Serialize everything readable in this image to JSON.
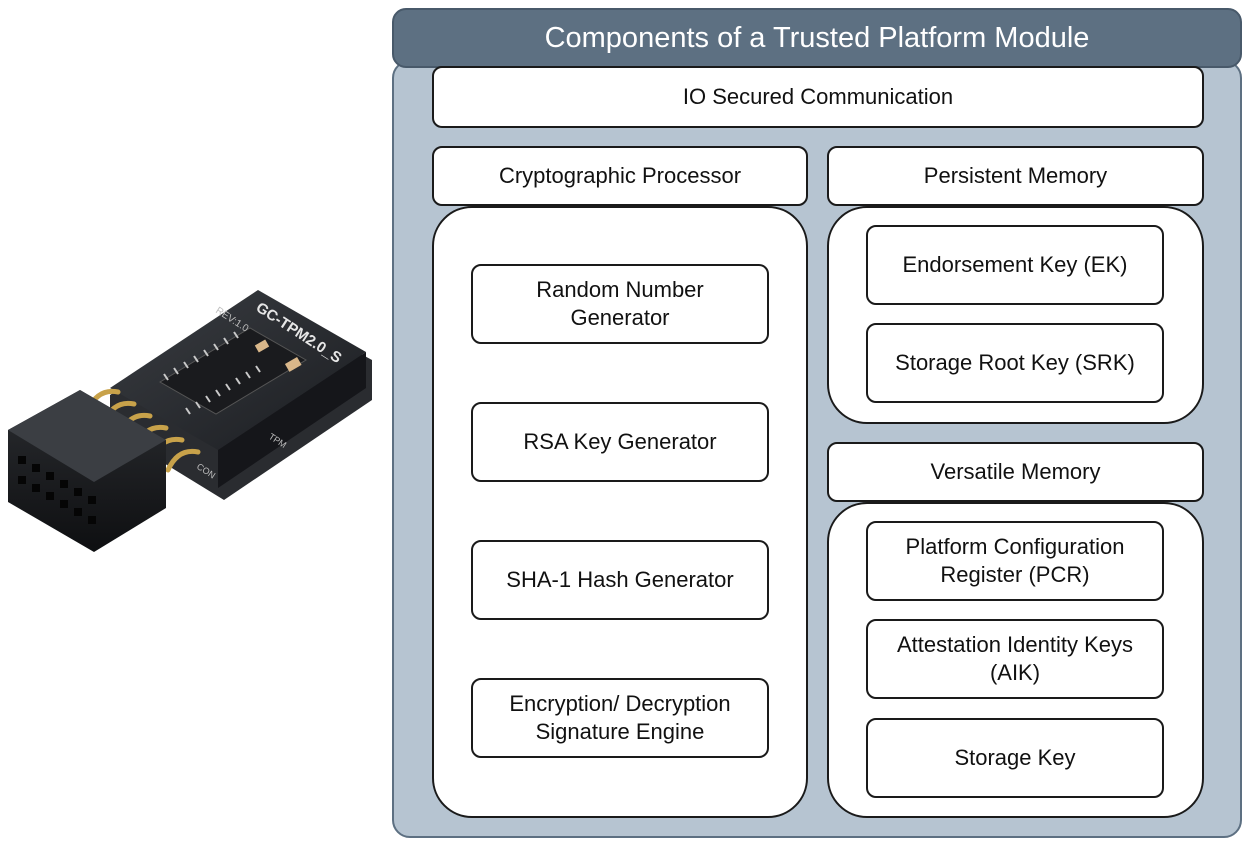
{
  "diagram": {
    "title": "Components of a Trusted Platform Module",
    "io": "IO Secured Communication",
    "crypto": {
      "header": "Cryptographic Processor",
      "items": [
        "Random Number\nGenerator",
        "RSA Key Generator",
        "SHA-1 Hash Generator",
        "Encryption/ Decryption\nSignature Engine"
      ]
    },
    "persistent": {
      "header": "Persistent Memory",
      "items": [
        "Endorsement Key (EK)",
        "Storage Root Key (SRK)"
      ]
    },
    "versatile": {
      "header": "Versatile Memory",
      "items": [
        "Platform Configuration\nRegister (PCR)",
        "Attestation Identity Keys\n(AIK)",
        "Storage Key"
      ]
    }
  },
  "photo": {
    "board_label": "GC-TPM2.0_S",
    "rev_label": "REV:1.0",
    "pin_labels": [
      "TPM",
      "CON"
    ]
  },
  "colors": {
    "header_fill": "#5d7082",
    "panel_fill": "#b6c4d1",
    "box_fill": "#ffffff"
  }
}
